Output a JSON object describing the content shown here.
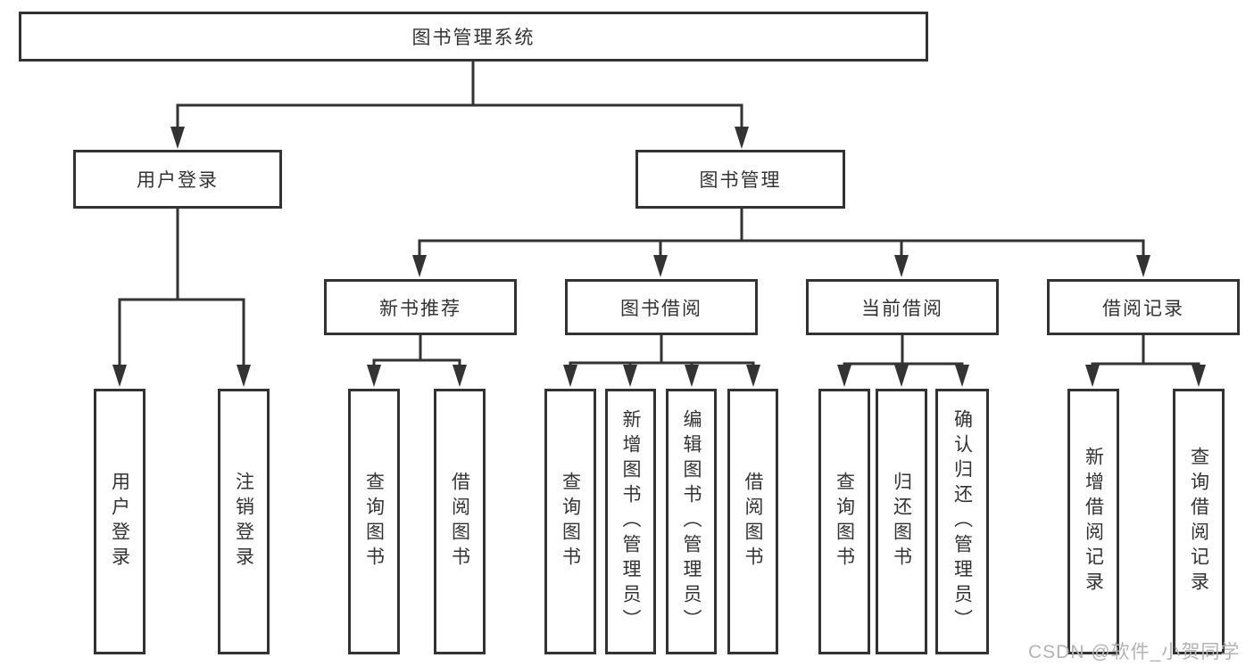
{
  "tree": {
    "root": "图书管理系统",
    "user": {
      "label": "用户登录",
      "leaves": [
        "用户登录",
        "注销登录"
      ]
    },
    "mgmt": {
      "label": "图书管理",
      "groups": [
        {
          "label": "新书推荐",
          "leaves": [
            "查询图书",
            "借阅图书"
          ]
        },
        {
          "label": "图书借阅",
          "leaves": [
            "查询图书",
            "新增图书（管理员）",
            "编辑图书（管理员）",
            "借阅图书"
          ]
        },
        {
          "label": "当前借阅",
          "leaves": [
            "查询图书",
            "归还图书",
            "确认归还（管理员）"
          ]
        },
        {
          "label": "借阅记录",
          "leaves": [
            "新增借阅记录",
            "查询借阅记录"
          ]
        }
      ]
    }
  },
  "watermark": {
    "text": "CSDN @软件_小贺同学"
  },
  "colors": {
    "line": "#333333",
    "box_border": "#333333",
    "text": "#333333",
    "watermark": "#b3b3b3",
    "background": "#ffffff"
  }
}
